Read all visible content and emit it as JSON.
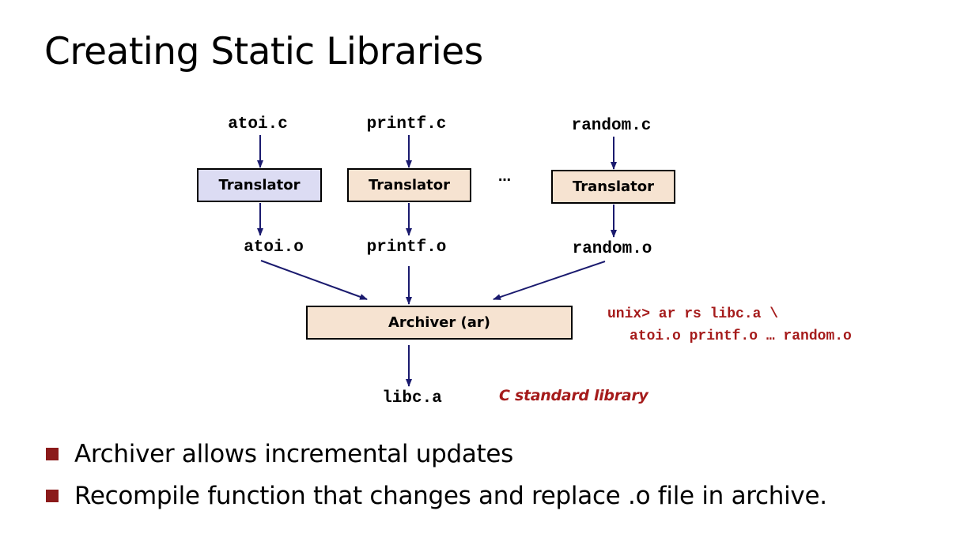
{
  "title": "Creating Static Libraries",
  "diagram": {
    "sources": [
      "atoi.c",
      "printf.c",
      "random.c"
    ],
    "translator_label": "Translator",
    "ellipsis": "…",
    "objects": [
      "atoi.o",
      "printf.o",
      "random.o"
    ],
    "archiver_label": "Archiver (ar)",
    "output": "libc.a",
    "output_caption": "C standard library",
    "command_line1": "unix> ar rs libc.a \\",
    "command_line2": "atoi.o printf.o … random.o"
  },
  "bullets": [
    "Archiver allows incremental updates",
    "Recompile function that changes and replace .o file in archive."
  ],
  "colors": {
    "translator_first": "#dcdcf3",
    "box_tan": "#f6e3d1",
    "accent_red": "#a51b1b",
    "arrow": "#1a1a6e",
    "bullet": "#8b1a1a"
  }
}
